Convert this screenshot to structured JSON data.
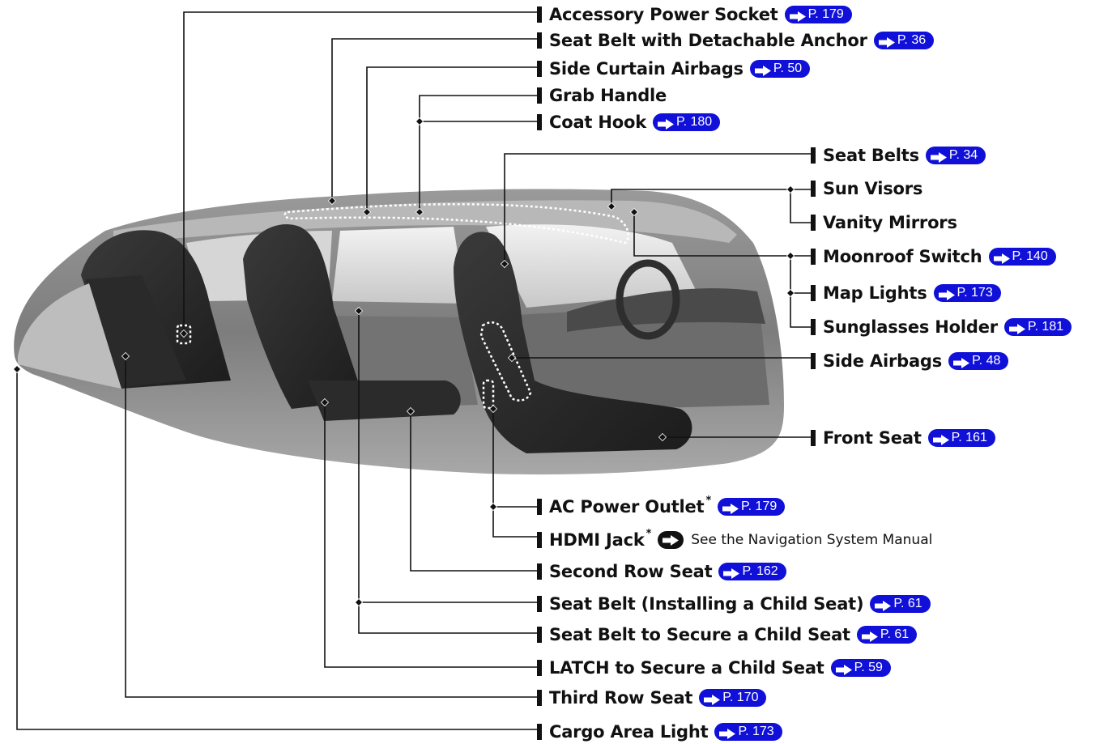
{
  "colors": {
    "reference_badge": "#1010d8",
    "leader_line": "#111111",
    "car_body": "#8a8a8a"
  },
  "callouts": [
    {
      "id": "accessory-power-socket",
      "label": "Accessory Power Socket",
      "asterisk": "",
      "ref": "P. 179",
      "see": ""
    },
    {
      "id": "seat-belt-detachable-anchor",
      "label": "Seat Belt with Detachable Anchor",
      "asterisk": "",
      "ref": "P. 36",
      "see": ""
    },
    {
      "id": "side-curtain-airbags",
      "label": "Side Curtain Airbags",
      "asterisk": "",
      "ref": "P. 50",
      "see": ""
    },
    {
      "id": "grab-handle",
      "label": "Grab Handle",
      "asterisk": "",
      "ref": "",
      "see": ""
    },
    {
      "id": "coat-hook",
      "label": "Coat Hook",
      "asterisk": "",
      "ref": "P. 180",
      "see": ""
    },
    {
      "id": "seat-belts",
      "label": "Seat Belts",
      "asterisk": "",
      "ref": "P. 34",
      "see": ""
    },
    {
      "id": "sun-visors",
      "label": "Sun Visors",
      "asterisk": "",
      "ref": "",
      "see": ""
    },
    {
      "id": "vanity-mirrors",
      "label": "Vanity Mirrors",
      "asterisk": "",
      "ref": "",
      "see": ""
    },
    {
      "id": "moonroof-switch",
      "label": "Moonroof Switch",
      "asterisk": "",
      "ref": "P. 140",
      "see": ""
    },
    {
      "id": "map-lights",
      "label": "Map Lights",
      "asterisk": "",
      "ref": "P. 173",
      "see": ""
    },
    {
      "id": "sunglasses-holder",
      "label": "Sunglasses Holder",
      "asterisk": "",
      "ref": "P. 181",
      "see": ""
    },
    {
      "id": "side-airbags",
      "label": "Side Airbags",
      "asterisk": "",
      "ref": "P. 48",
      "see": ""
    },
    {
      "id": "front-seat",
      "label": "Front Seat",
      "asterisk": "",
      "ref": "P. 161",
      "see": ""
    },
    {
      "id": "ac-power-outlet",
      "label": "AC Power Outlet",
      "asterisk": "*",
      "ref": "P. 179",
      "see": ""
    },
    {
      "id": "hdmi-jack",
      "label": "HDMI Jack",
      "asterisk": "*",
      "ref": "",
      "see": "See the Navigation System Manual"
    },
    {
      "id": "second-row-seat",
      "label": "Second Row Seat",
      "asterisk": "",
      "ref": "P. 162",
      "see": ""
    },
    {
      "id": "seat-belt-installing-child-seat",
      "label": "Seat Belt (Installing a Child Seat)",
      "asterisk": "",
      "ref": "P. 61",
      "see": ""
    },
    {
      "id": "seat-belt-secure-child-seat",
      "label": "Seat Belt to Secure a Child Seat",
      "asterisk": "",
      "ref": "P. 61",
      "see": ""
    },
    {
      "id": "latch-secure-child-seat",
      "label": "LATCH to Secure a Child Seat",
      "asterisk": "",
      "ref": "P. 59",
      "see": ""
    },
    {
      "id": "third-row-seat",
      "label": "Third Row Seat",
      "asterisk": "",
      "ref": "P. 170",
      "see": ""
    },
    {
      "id": "cargo-area-light",
      "label": "Cargo Area Light",
      "asterisk": "",
      "ref": "P. 173",
      "see": ""
    }
  ]
}
